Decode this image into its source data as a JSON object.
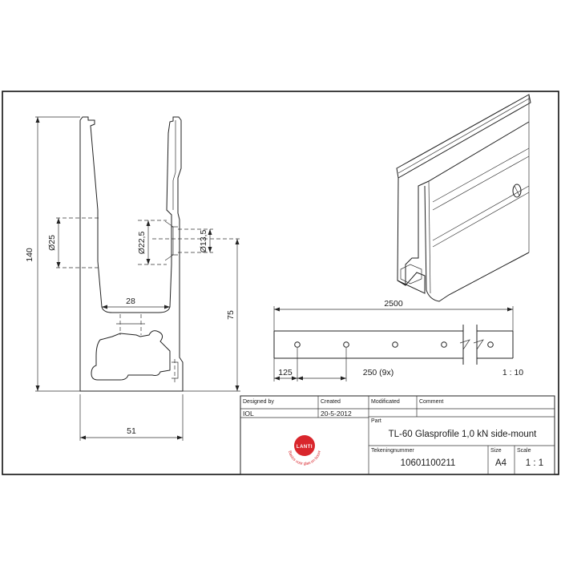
{
  "profile_view": {
    "dim_height_total": "140",
    "dim_bore_left": "Ø25",
    "dim_bore_chamfer": "Ø22,5",
    "dim_bore_right": "Ø13,5",
    "dim_inner_width": "28",
    "dim_height_lower": "75",
    "dim_width_total": "51"
  },
  "side_view": {
    "dim_length": "2500",
    "dim_edge": "125",
    "dim_spacing": "250 (9x)",
    "scale_note": "1 : 10"
  },
  "title_block": {
    "designed_by_label": "Designed by",
    "designed_by_value": "IOL",
    "created_label": "Created",
    "created_value": "20-5-2012",
    "modificated_label": "Modificated",
    "comment_label": "Comment",
    "part_label": "Part",
    "part_value": "TL-60 Glasprofile 1,0 kN side-mount",
    "drawing_number_label": "Tekeningnummer",
    "drawing_number_value": "10601100211",
    "size_label": "Size",
    "size_value": "A4",
    "scale_label": "Scale",
    "scale_value": "1 : 1",
    "logo_text": "LANTI",
    "logo_slogan": "Basics voor glas en bouw",
    "logo_color": "#d9262c"
  }
}
